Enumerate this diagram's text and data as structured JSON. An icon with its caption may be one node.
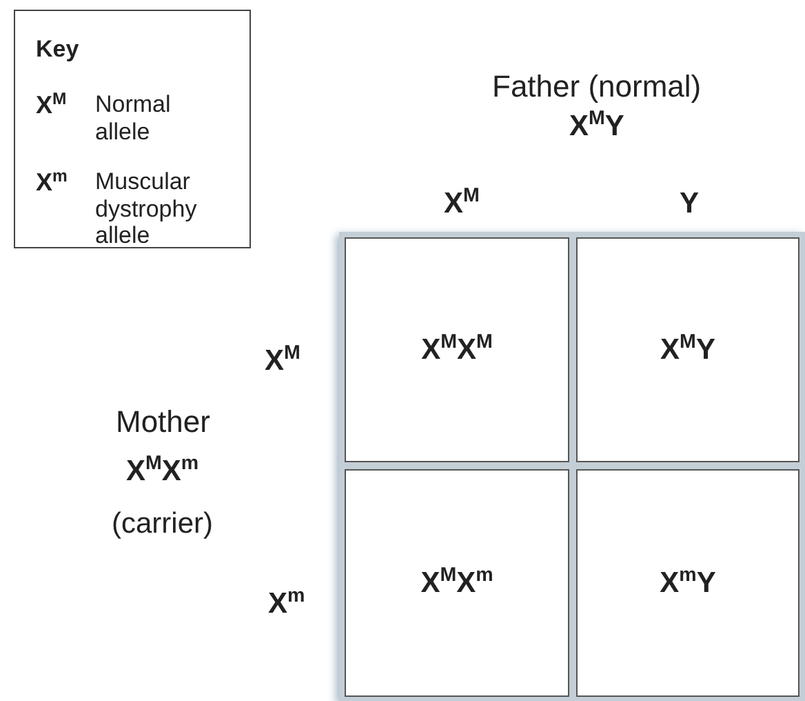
{
  "diagram": {
    "nodes": [
      {
        "text": [
          "Key",
          "X$^{M}$",
          "Normal allele",
          "X$^{m}$",
          "Muscular dystrophy allele"
        ]
      },
      {
        "text": [],
        "shape": "box"
      },
      {
        "text": [
          "X$^{M}$X$^{M}$"
        ],
        "in": 1
      },
      {
        "text": [
          "X$^{M}$Y"
        ],
        "in": 1
      },
      {
        "text": [
          "X$^{M}$X$^{m}$"
        ],
        "in": 1
      },
      {
        "text": [
          "X$^{m}$Y"
        ],
        "in": 1
      }
    ],
    "labels": [
      "Father (normal)",
      "X$^{M}$Y",
      "X$^{M}$",
      "Y",
      "X$^{M}$",
      "Mother",
      "X$^{M}$X$^{m}$",
      "(carrier)",
      "X$^{m}$"
    ]
  }
}
